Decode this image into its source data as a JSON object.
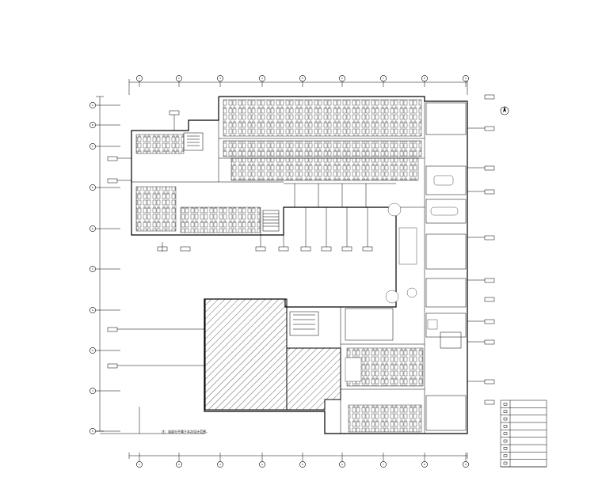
{
  "note_text": "注：该部分不属于本次设计范围。",
  "grid_top": [
    "1",
    "2",
    "3",
    "4",
    "5",
    "6",
    "7",
    "8",
    "9"
  ],
  "grid_bottom": [
    "1",
    "2",
    "3",
    "4",
    "5",
    "6",
    "7",
    "8",
    "9"
  ],
  "grid_left": [
    "A",
    "B",
    "C",
    "D",
    "E",
    "F",
    "G",
    "H",
    "J",
    "K"
  ],
  "legend_rows": [
    "",
    "",
    "",
    "",
    "",
    "",
    "",
    "",
    ""
  ]
}
